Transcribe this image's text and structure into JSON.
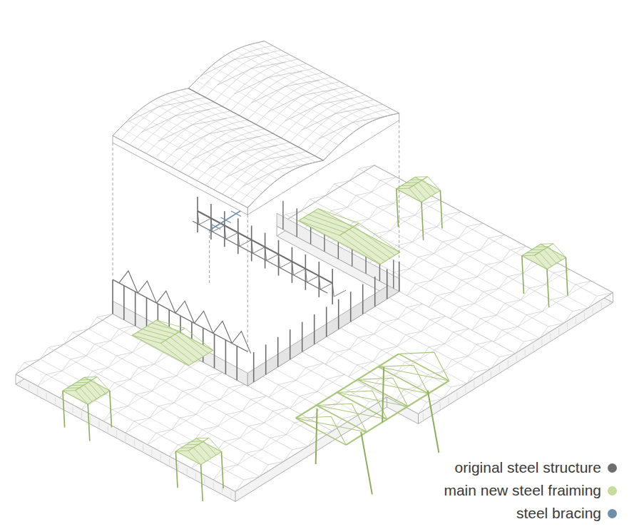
{
  "diagram": {
    "legend": [
      {
        "text": "original steel structure",
        "color": "#6d6e71"
      },
      {
        "text": "main new steel fraiming",
        "color": "#c5dc9b"
      },
      {
        "text": "steel bracing",
        "color": "#6f8ea8"
      }
    ]
  }
}
